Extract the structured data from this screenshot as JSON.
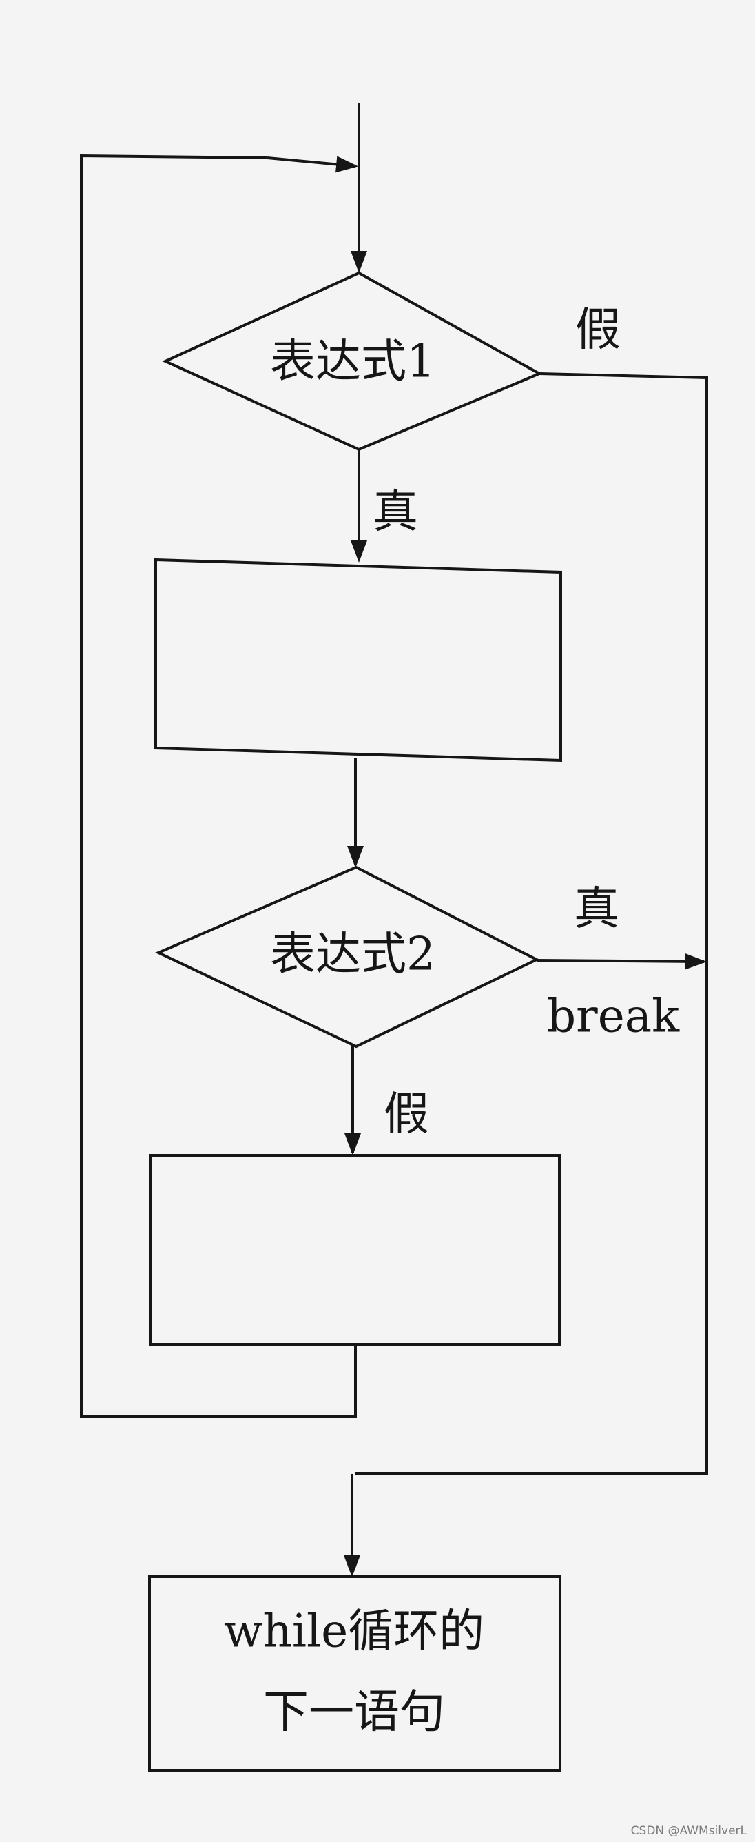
{
  "diagram": {
    "condition1": "表达式1",
    "condition2": "表达式2",
    "label_cond1_false": "假",
    "label_cond1_true": "真",
    "label_cond2_true": "真",
    "label_break": "break",
    "label_cond2_false": "假",
    "next_statement_line1": "while循环的",
    "next_statement_line2": "下一语句"
  },
  "watermark": "CSDN @AWMsilverL",
  "colors": {
    "background": "#f4f4f4",
    "ink": "#161616"
  }
}
